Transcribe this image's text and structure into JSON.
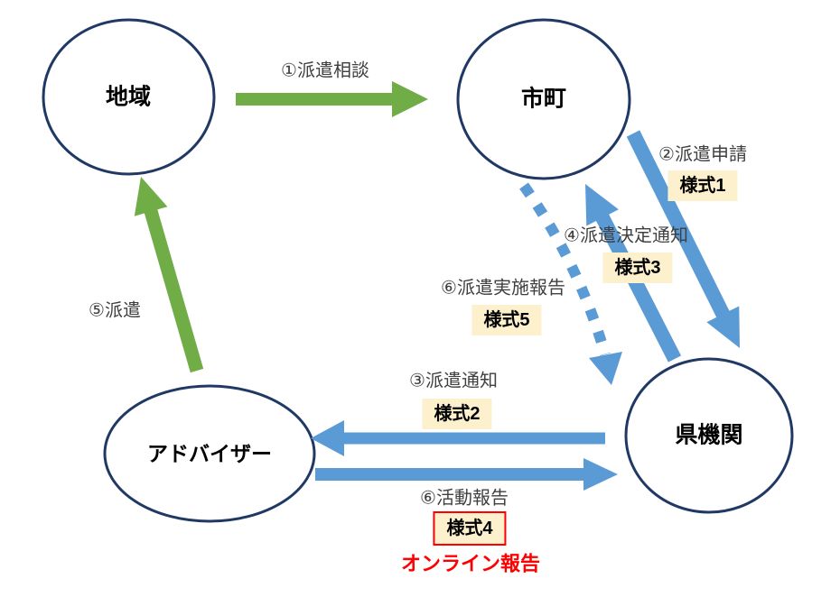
{
  "diagram": {
    "nodes": {
      "region": "地域",
      "city": "市町",
      "prefecture": "県機関",
      "advisor": "アドバイザー"
    },
    "steps": {
      "step1": "①派遣相談",
      "step2": "②派遣申請",
      "step3": "③派遣通知",
      "step4": "④派遣決定通知",
      "step5": "⑤派遣",
      "step6_implementation_report": "⑥派遣実施報告",
      "step6_activity_report": "⑥活動報告",
      "online_report": "オンライン報告"
    },
    "forms": {
      "form1": "様式1",
      "form2": "様式2",
      "form3": "様式3",
      "form4": "様式4",
      "form5": "様式5"
    },
    "colors": {
      "green_arrow": "#70AD47",
      "blue_arrow": "#5B9BD5",
      "node_outline": "#203864",
      "form_box_bg": "#FCF0CD",
      "alert_red": "#FF0000",
      "label_text": "#3f3f3f"
    }
  }
}
